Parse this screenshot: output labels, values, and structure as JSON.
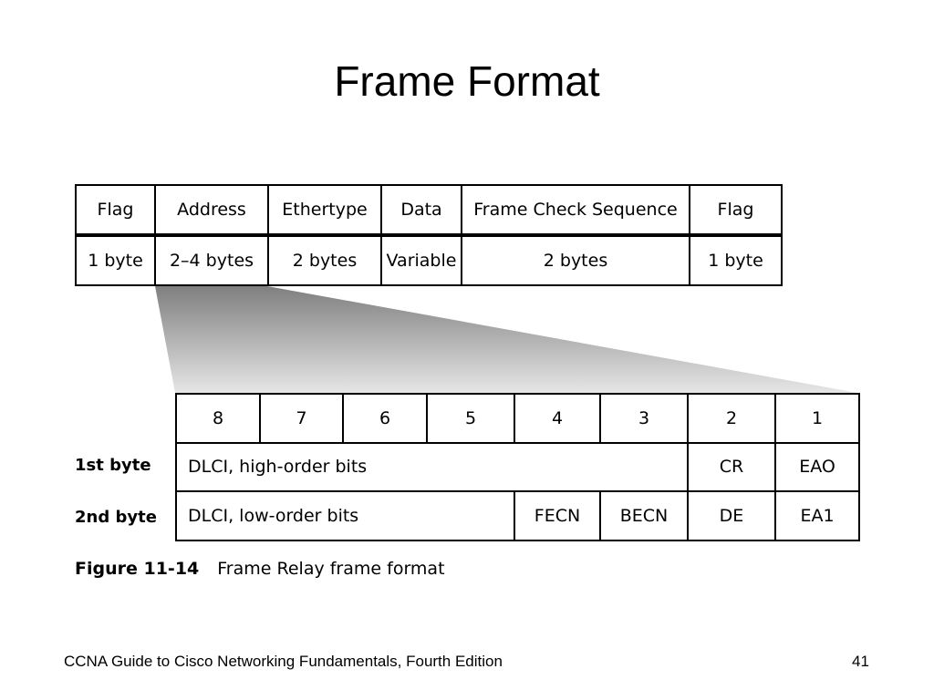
{
  "title": "Frame Format",
  "frame": {
    "headers": [
      "Flag",
      "Address",
      "Ethertype",
      "Data",
      "Frame Check Sequence",
      "Flag"
    ],
    "sizes": [
      "1 byte",
      "2–4 bytes",
      "2 bytes",
      "Variable",
      "2 bytes",
      "1 byte"
    ]
  },
  "address": {
    "bit_numbers": [
      "8",
      "7",
      "6",
      "5",
      "4",
      "3",
      "2",
      "1"
    ],
    "byte1": {
      "label": "1st byte",
      "dlci": "DLCI, high-order bits",
      "cr": "CR",
      "ea": "EAO"
    },
    "byte2": {
      "label": "2nd byte",
      "dlci": "DLCI, low-order bits",
      "fecn": "FECN",
      "becn": "BECN",
      "de": "DE",
      "ea": "EA1"
    }
  },
  "caption": {
    "figure": "Figure 11-14",
    "text": "Frame Relay frame format"
  },
  "footer": {
    "book": "CCNA Guide to Cisco Networking Fundamentals, Fourth Edition",
    "page": "41"
  },
  "colors": {
    "funnel_top": "#7f7f7f",
    "funnel_bottom": "#e6e6e6"
  }
}
